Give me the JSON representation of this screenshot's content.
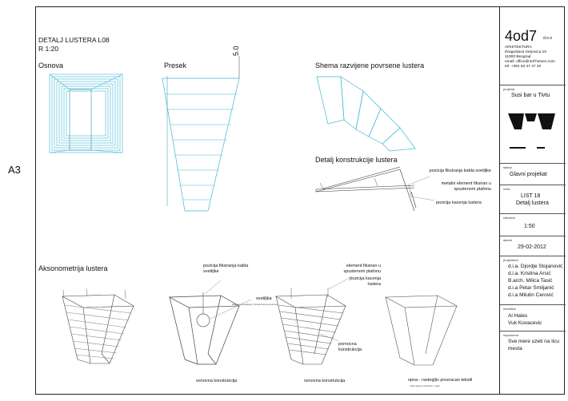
{
  "sheet": {
    "format": "A3",
    "title_line1": "DETALJ LUSTERA  L08",
    "title_line2": "R 1:20"
  },
  "views": {
    "plan": "Osnova",
    "section": "Presek",
    "section_dim": "5.0",
    "unfolded": "Shema razvijene povrsene lustera",
    "construction_detail": "Detalj konstrukcije lustera",
    "axonometry": "Aksonometrija lustera"
  },
  "detail_notes": {
    "cable_position": "pozicija fiksiranja kabla svetiljke",
    "metal_element": "metalni element fiksiran u spustenom plafonu",
    "hanging_position": "pozicija kacenja lustera"
  },
  "axo_notes": {
    "cable_fix": "pozicija fiksiranja kabla svetiljke",
    "lamp": "svetiljka",
    "lamp_sub": "sfluorno osvetljenje  *tonkocimove na dimer",
    "element_fixed": "element fiksiran u spustenom plafonu",
    "hanging": "pozicija kacenja lustera",
    "aux_construction": "pomocna konstrukcija",
    "base_construction_1": "osnovna konstrukcija",
    "base_construction_2": "osnovna konstrukcija",
    "membrane": "opna - rastegljiv prozracan tekstil",
    "membrane_sub": "*alternativa mrezicast - papir"
  },
  "titleblock": {
    "logo": "4od7",
    "logo_suffix": "d.o.o",
    "company": "ARHITEKTURA",
    "address": "Dragoslava Srejovica 10",
    "city": "11000 Beograd",
    "email": "email: office@4of7seven.com",
    "tel": "tel: +381 63 47 47 20",
    "project_label": "projekat",
    "project": "Susi bar u Tivtu",
    "status_label": "status",
    "status": "Glavni projekat",
    "sheet_label": "crtez",
    "sheet_no": "LIST 18",
    "sheet_name": "Detalj lustera",
    "scale_label": "razmera",
    "scale": "1:50",
    "date_label": "datum",
    "date": "29-02-2012",
    "designers_label": "projektanti",
    "designers": [
      "d.i.a. Djordje Stojanović",
      "d.i.a. Kristina Arsić",
      "B.arch. Milica Tasić",
      "d.i.a Petar Smiljanić",
      "d.i.a Milutin Cerović"
    ],
    "investor_label": "investitor",
    "investors": [
      "Al Hales",
      "Vuk Kovacevic"
    ],
    "note_label": "napomena",
    "note_line1": "Sve mere uzeti na licu",
    "note_line2": "mesta"
  },
  "colors": {
    "line": "#222222",
    "cyan": "#3fb6d6",
    "grey": "#777777"
  }
}
